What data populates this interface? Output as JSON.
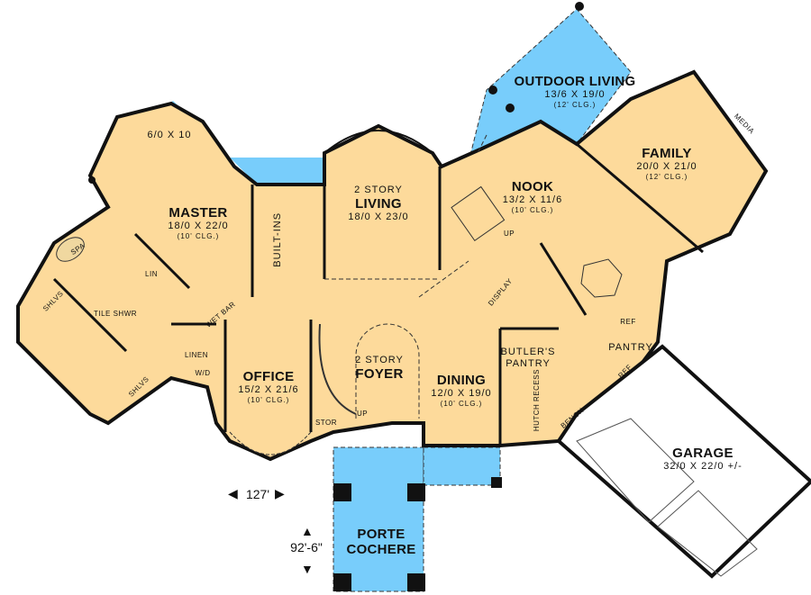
{
  "colors": {
    "interior": "#FDDA9B",
    "outdoor": "#78CDFB",
    "wall": "#111111"
  },
  "rooms": {
    "outdoor_living": {
      "name": "OUTDOOR LIVING",
      "dim": "13/6 X 19/0",
      "clg": "(12' CLG.)"
    },
    "family": {
      "name": "FAMILY",
      "dim": "20/0 X 21/0",
      "clg": "(12' CLG.)"
    },
    "nook": {
      "name": "NOOK",
      "dim": "13/2 X 11/6",
      "clg": "(10' CLG.)"
    },
    "living": {
      "prefix": "2 STORY",
      "name": "LIVING",
      "dim": "18/0 X 23/0"
    },
    "master": {
      "name": "MASTER",
      "dim": "18/0 X 22/0",
      "clg": "(10' CLG.)",
      "alcove": "6/0 X 10"
    },
    "office": {
      "name": "OFFICE",
      "dim": "15/2 X 21/6",
      "clg": "(10' CLG.)"
    },
    "foyer": {
      "prefix": "2 STORY",
      "name": "FOYER"
    },
    "dining": {
      "name": "DINING",
      "dim": "12/0 X 19/0",
      "clg": "(10' CLG.)"
    },
    "butlers_pantry": {
      "line1": "BUTLER'S",
      "line2": "PANTRY"
    },
    "pantry": {
      "name": "PANTRY"
    },
    "garage": {
      "name": "GARAGE",
      "dim": "32/0 X 22/0 +/-"
    },
    "porte_cochere": {
      "line1": "PORTE",
      "line2": "COCHERE"
    }
  },
  "fixtures": {
    "built_ins": "BUILT-INS",
    "spa": "SPA",
    "tile_shower": "TILE SHWR",
    "wet_bar": "WET BAR",
    "linen": "LINEN",
    "lin": "LIN",
    "shelves": "SHLVS",
    "wd": "W/D",
    "stor": "STOR",
    "up": "UP",
    "display": "DISPLAY",
    "hutch_recess": "HUTCH RECESS",
    "ref": "REF",
    "bench": "BENCH",
    "media": "MEDIA"
  },
  "dimensions": {
    "width": "127'",
    "depth": "92'-6\""
  }
}
